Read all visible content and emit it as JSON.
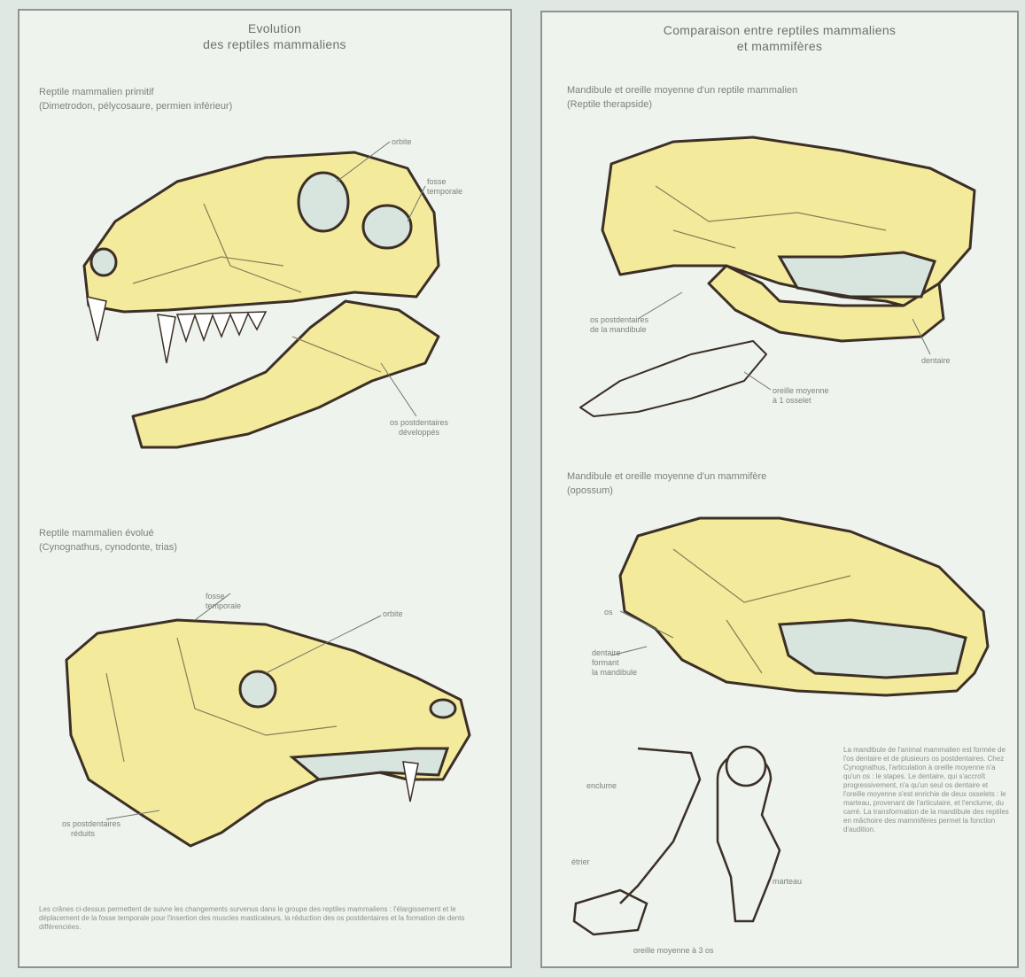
{
  "colors": {
    "bone": "#f4ea9c",
    "outline": "#3b2f26",
    "fenestra": "#d8e4de",
    "panel": "#eef3ee",
    "text": "#7b817b"
  },
  "left_panel": {
    "title_line1": "Evolution",
    "title_line2": "des reptiles mammaliens",
    "fig1_caption_line1": "Reptile mammalien primitif",
    "fig1_caption_line2": "(Dimetrodon, pélycosaure, permien inférieur)",
    "fig1_label_orbit": "orbite",
    "fig1_label_fossa_line1": "fosse",
    "fig1_label_fossa_line2": "temporale",
    "fig1_label_dentary_line1": "os postdentaires",
    "fig1_label_dentary_line2": "développés",
    "fig2_caption_line1": "Reptile mammalien évolué",
    "fig2_caption_line2": "(Cynognathus, cynodonte, trias)",
    "fig2_label_fossa_line1": "fosse",
    "fig2_label_fossa_line2": "temporale",
    "fig2_label_orbit": "orbite",
    "fig2_label_jaw_line1": "os postdentaires",
    "fig2_label_jaw_line2": "réduits",
    "footnote": "Les crânes ci-dessus permettent de suivre les changements survenus dans le groupe des reptiles mammaliens : l'élargissement et le déplacement de la fosse temporale pour l'insertion des muscles masticateurs, la réduction des os postdentaires et la formation de dents différenciées."
  },
  "right_panel": {
    "title_line1": "Comparaison entre reptiles mammaliens",
    "title_line2": "et mammifères",
    "fig1_caption_line1": "Mandibule et oreille moyenne d'un reptile mammalien",
    "fig1_caption_line2": "(Reptile therapside)",
    "fig1_label_postdentary_line1": "os postdentaires",
    "fig1_label_postdentary_line2": "de la mandibule",
    "fig1_label_dentary": "dentaire",
    "fig1_label_ear_line1": "oreille moyenne",
    "fig1_label_ear_line2": "à 1 osselet",
    "fig2_caption_line1": "Mandibule et oreille moyenne d'un mammifère",
    "fig2_caption_line2": "(opossum)",
    "fig2_label_os": "os",
    "fig2_label_dentary_line1": "dentaire",
    "fig2_label_dentary_line2": "formant",
    "fig2_label_dentary_line3": "la mandibule",
    "ear_label_enclume": "enclume",
    "ear_label_etrier": "étrier",
    "ear_label_marteau": "marteau",
    "ear_caption": "oreille moyenne à 3 os",
    "description": "La mandibule de l'animal mammalien est formée de l'os dentaire et de plusieurs os postdentaires. Chez Cynognathus, l'articulation à oreille moyenne n'a qu'un os : le stapes. Le dentaire, qui s'accroît progressivement, n'a qu'un seul os dentaire et l'oreille moyenne s'est enrichie de deux osselets : le marteau, provenant de l'articulaire, et l'enclume, du carré. La transformation de la mandibule des reptiles en mâchoire des mammifères permet la fonction d'audition."
  }
}
